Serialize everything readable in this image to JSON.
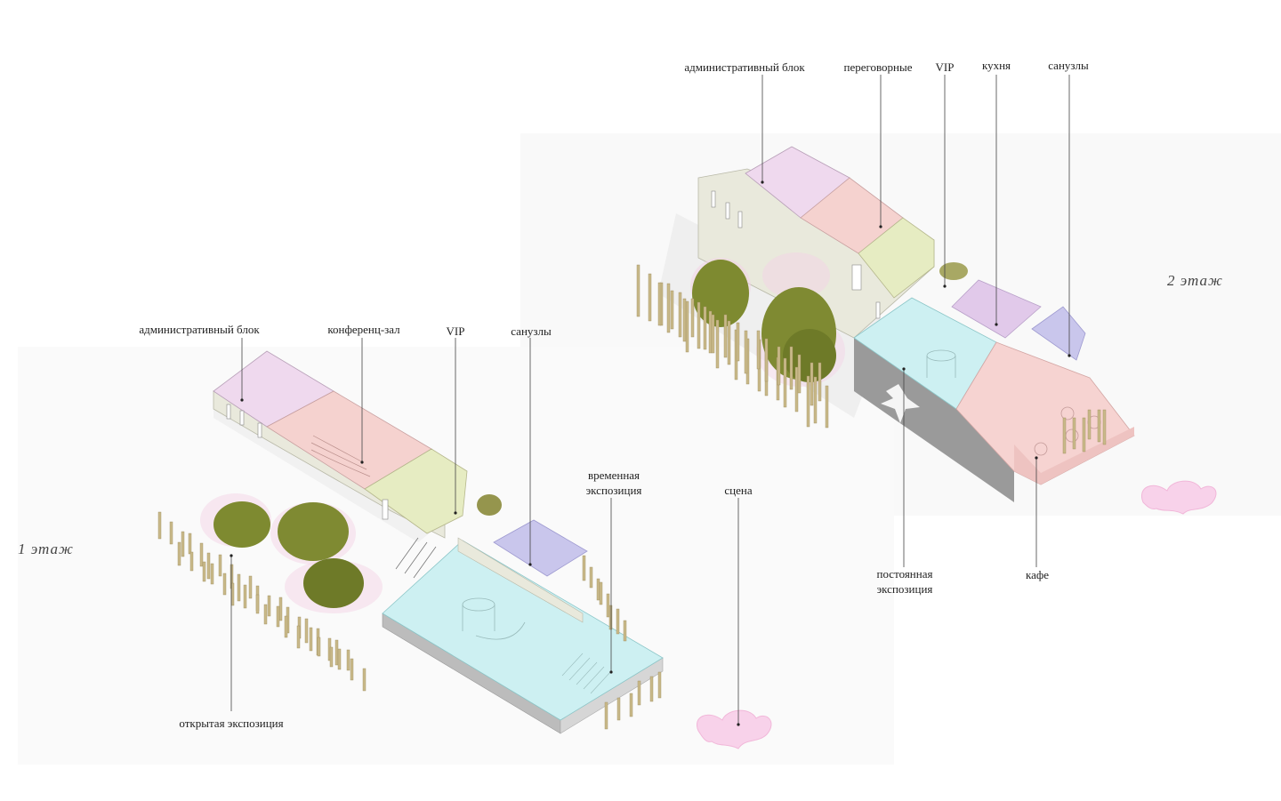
{
  "floor1": {
    "title": "1 этаж",
    "labels": {
      "admin": "административный блок",
      "conference": "конференц-зал",
      "vip": "VIP",
      "wc": "санузлы",
      "temp_expo_1": "временная",
      "temp_expo_2": "экспозиция",
      "stage": "сцена",
      "open_expo": "открытая экспозиция"
    }
  },
  "floor2": {
    "title": "2 этаж",
    "labels": {
      "admin": "административный блок",
      "meeting": "переговорные",
      "vip": "VIP",
      "kitchen": "кухня",
      "wc": "санузлы",
      "perm_expo_1": "постоянная",
      "perm_expo_2": "экспозиция",
      "cafe": "кафе"
    }
  },
  "colors": {
    "admin": "#efd9ee",
    "conference": "#f5d2cf",
    "vip": "#e6ecc2",
    "wc": "#c9c6ec",
    "kitchen": "#e1c9ea",
    "expo": "#cdf0f2",
    "cafe": "#f6d3d1",
    "wall": "#e9e9dc",
    "dark_wall": "#9a9a9a",
    "tree": "#8a8a3a",
    "stage": "#f7cfe6",
    "post": "#c9b98a"
  }
}
